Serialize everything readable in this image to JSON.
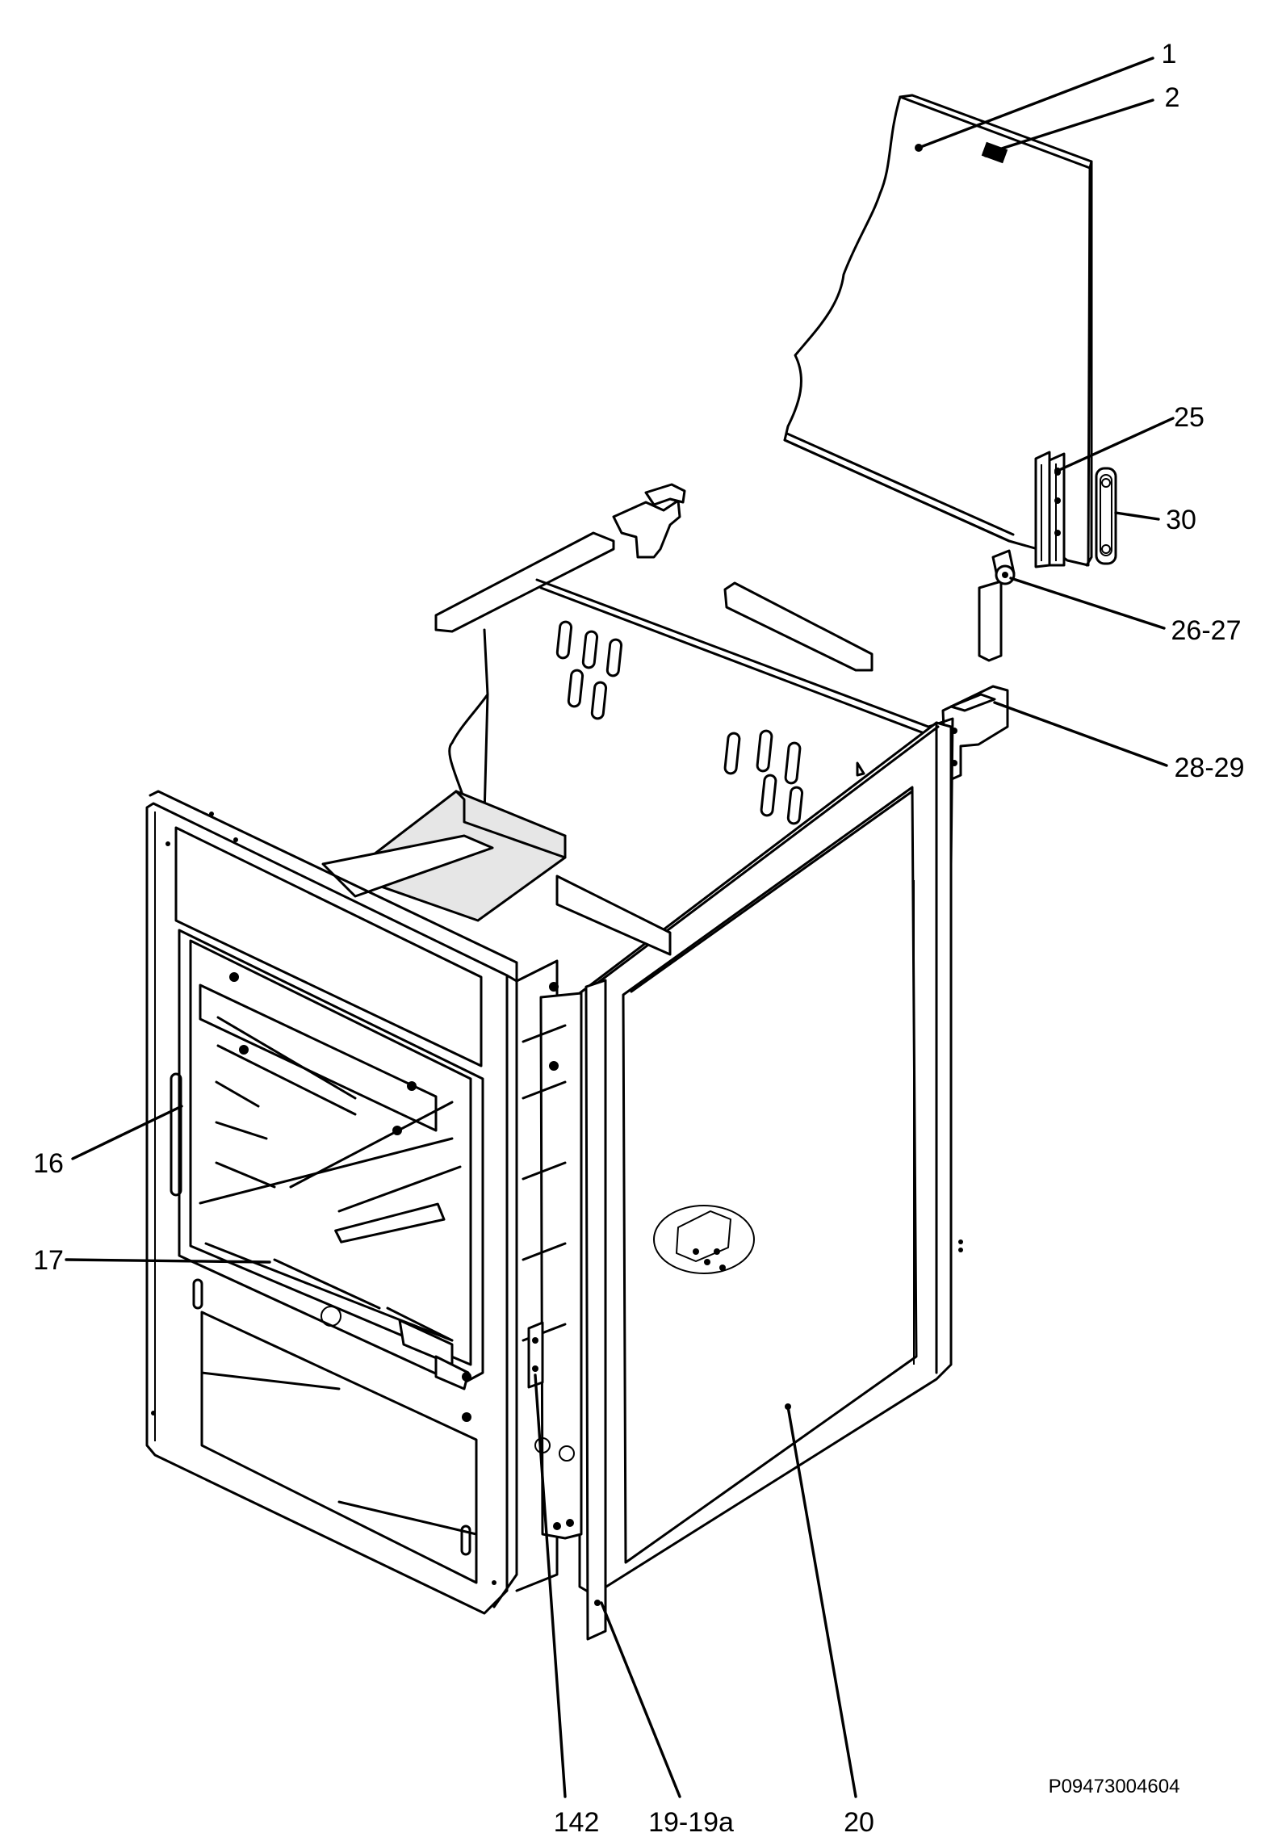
{
  "diagram": {
    "reference_code": "P09473004604",
    "callouts": [
      {
        "id": "1",
        "label": "1"
      },
      {
        "id": "2",
        "label": "2"
      },
      {
        "id": "25",
        "label": "25"
      },
      {
        "id": "30",
        "label": "30"
      },
      {
        "id": "26-27",
        "label": "26-27"
      },
      {
        "id": "28-29",
        "label": "28-29"
      },
      {
        "id": "16",
        "label": "16"
      },
      {
        "id": "17",
        "label": "17"
      },
      {
        "id": "142",
        "label": "142"
      },
      {
        "id": "19-19a",
        "label": "19-19a"
      },
      {
        "id": "20",
        "label": "20"
      }
    ]
  }
}
